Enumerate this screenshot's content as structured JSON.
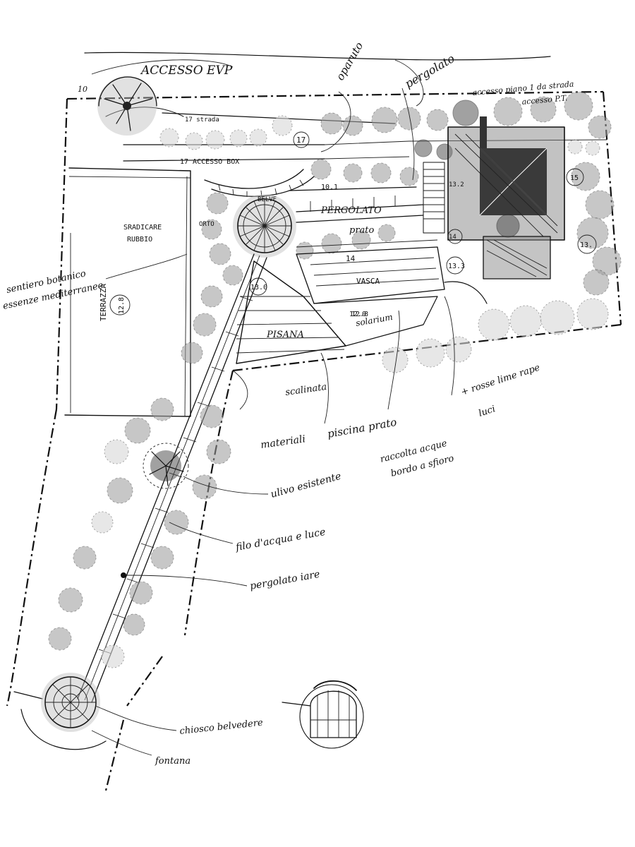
{
  "labels": {
    "accesso_top": "ACCESSO EVP",
    "tag_10": "10",
    "spazio": "oparuto",
    "pergolato_top": "pergolato",
    "accesso_piano": "accesso piano 1 da strada",
    "accesso_pt": "accesso P.T.",
    "strada": "17 strada",
    "tag_17_top": "17",
    "accesso_box": "17 ACCESSO BOX",
    "tag_10_1": "10.1",
    "pergolato_center": "PERGOLATO",
    "sradicare": "SRADICARE",
    "rubbio": "RUBBIO",
    "area_center": "BELVE",
    "area_left": "ORTO",
    "prato": "prato",
    "tag_14": "14",
    "tag_15": "15",
    "tag_13_2": "13.2",
    "tag_13_3": "13.3",
    "tag_14_b": "14",
    "tag_13_right": "13.",
    "vasca": "VASCA",
    "tag_13_vasca": "13.0",
    "tag_12_8": "12.8",
    "sentiero_1": "sentiero botanico",
    "sentiero_2": "essenze mediterranee",
    "terrazza": "TERRAZZA",
    "tag_12_8_left": "12.8",
    "pisana": "PISANA",
    "tag_12_0": "12.0",
    "solarium": "solarium",
    "scalinata": "scalinata",
    "materiali": "materiali",
    "piscina_prato": "piscina prato",
    "raccolta_1": "raccolta acque",
    "raccolta_2": "bordo a sfioro",
    "rosse": "+ rosse lime rape",
    "luci": "luci",
    "ulivo": "ulivo esistente",
    "filo": "filo d'acqua e luce",
    "pergolato_low": "pergolato iare",
    "chiosco": "chiosco belvedere",
    "fontana": "fontana"
  }
}
